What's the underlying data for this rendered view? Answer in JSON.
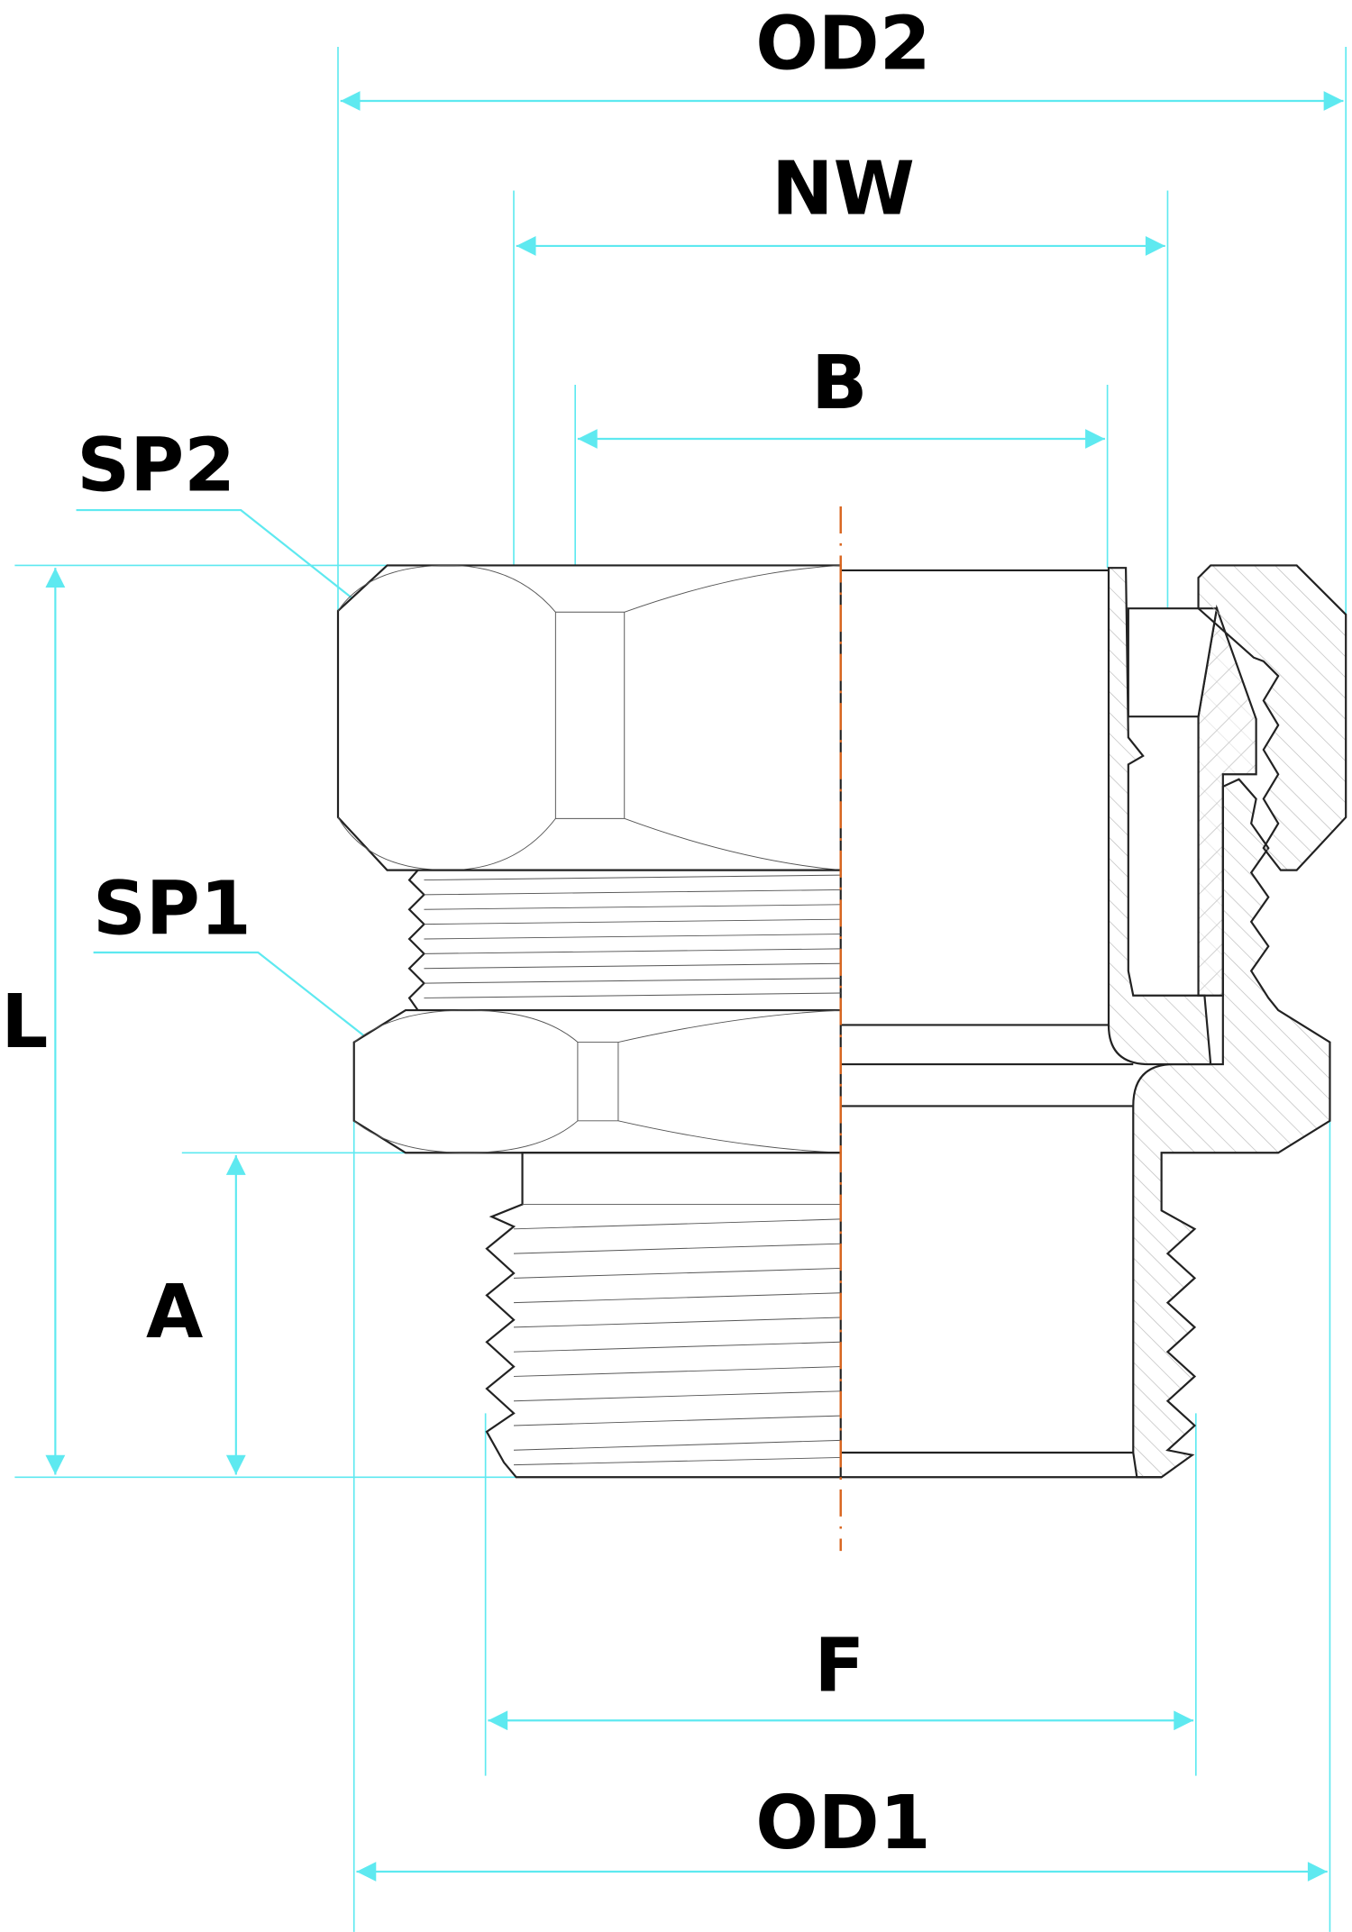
{
  "drawing": {
    "labels": {
      "od2": "OD2",
      "nw": "NW",
      "b": "B",
      "sp2": "SP2",
      "sp1": "SP1",
      "l": "L",
      "a": "A",
      "f": "F",
      "od1": "OD1"
    },
    "colors": {
      "dimension": "#5ee9f0",
      "centerline": "#d9661f",
      "outline": "#222222"
    }
  }
}
